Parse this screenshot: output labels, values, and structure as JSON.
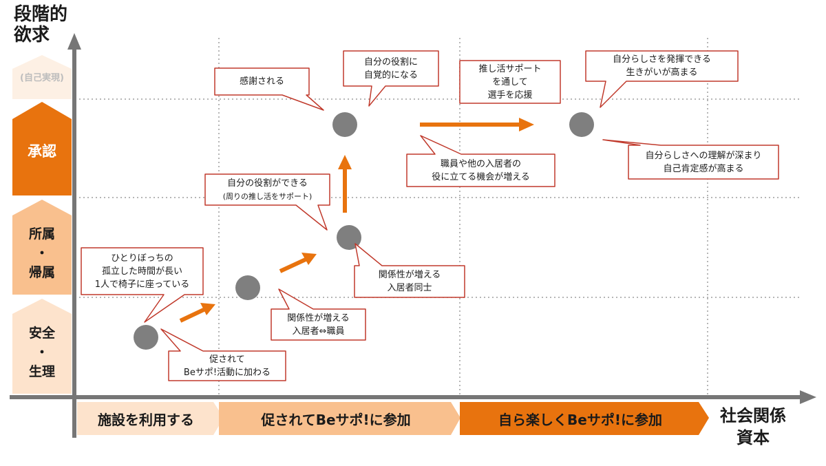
{
  "y_axis": {
    "title_line1": "段階的",
    "title_line2": "欲求"
  },
  "x_axis": {
    "title_line1": "社会関係",
    "title_line2": "資本"
  },
  "levels": {
    "self_actualization": "(自己実現)",
    "esteem": "承認",
    "belonging": "所属\n・\n帰属",
    "safety": "安全\n・\n生理"
  },
  "stages": [
    {
      "label": "施設を利用する"
    },
    {
      "label": "促されてBeサポ!に参加"
    },
    {
      "label": "自ら楽しくBeサポ!に参加"
    }
  ],
  "callouts": {
    "lonely": "ひとりぼっちの\n孤立した時間が長い\n1人で椅子に座っている",
    "prompted": "促されて\nBeサポ!活動に加わる",
    "relation_staff": "関係性が増える\n入居者⇔職員",
    "role_main": "自分の役割ができる",
    "role_sub": "(周りの推し活をサポート)",
    "relation_residents": "関係性が増える\n入居者同士",
    "thanked": "感謝される",
    "aware_role": "自分の役割に\n自覚的になる",
    "oshikatsu": "推し活サポート\nを通して\n選手を応援",
    "useful": "職員や他の入居者の\n役に立てる機会が増える",
    "ikigai": "自分らしさを発揮できる\n生きがいが高まる",
    "self_esteem": "自分らしさへの理解が深まり\n自己肯定感が高まる"
  },
  "colors": {
    "orange": "#e8730e",
    "peach": "#f9c08e",
    "light_peach": "#fde3cc",
    "faint": "#fdf0e4",
    "dot": "#7f7f7f",
    "axis": "#767676",
    "callout_border": "#c0392b"
  }
}
